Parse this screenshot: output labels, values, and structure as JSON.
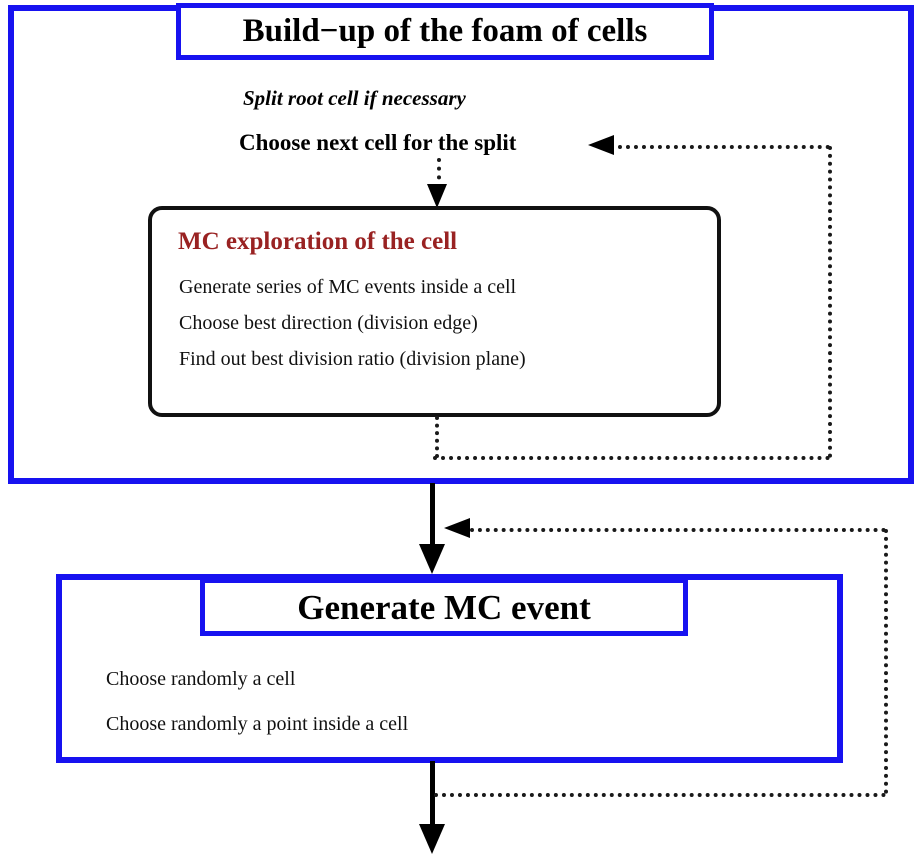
{
  "diagram": {
    "title": "Build-up of the foam of cells / Generate MC event flowchart",
    "colors": {
      "frame_blue": "#1712f0",
      "heading_red": "#992222",
      "text_black": "#000000",
      "connector_black": "#1a1a1a",
      "background": "#ffffff"
    }
  },
  "buildup_panel": {
    "title": "Build−up of the foam of cells",
    "subtitle": "Split root cell if necessary",
    "step_label": "Choose next cell for the split",
    "mc_box": {
      "heading": "MC exploration of the cell",
      "lines": [
        "Generate series of MC events inside a cell",
        "Choose best direction (division edge)",
        "Find out best division ratio (division plane)"
      ]
    }
  },
  "genmc_panel": {
    "title": "Generate MC event",
    "lines": [
      "Choose randomly a cell",
      "Choose randomly a point inside a cell"
    ]
  },
  "connectors": {
    "inner_loop": "dotted feedback from MC exploration box back to Choose next cell for the split",
    "outer_loop": "dotted feedback from below Generate MC event back into the Generate MC event input arrow",
    "main_flow": "solid arrow from Build-up panel down into Generate MC event panel, then solid arrow out of the bottom"
  }
}
